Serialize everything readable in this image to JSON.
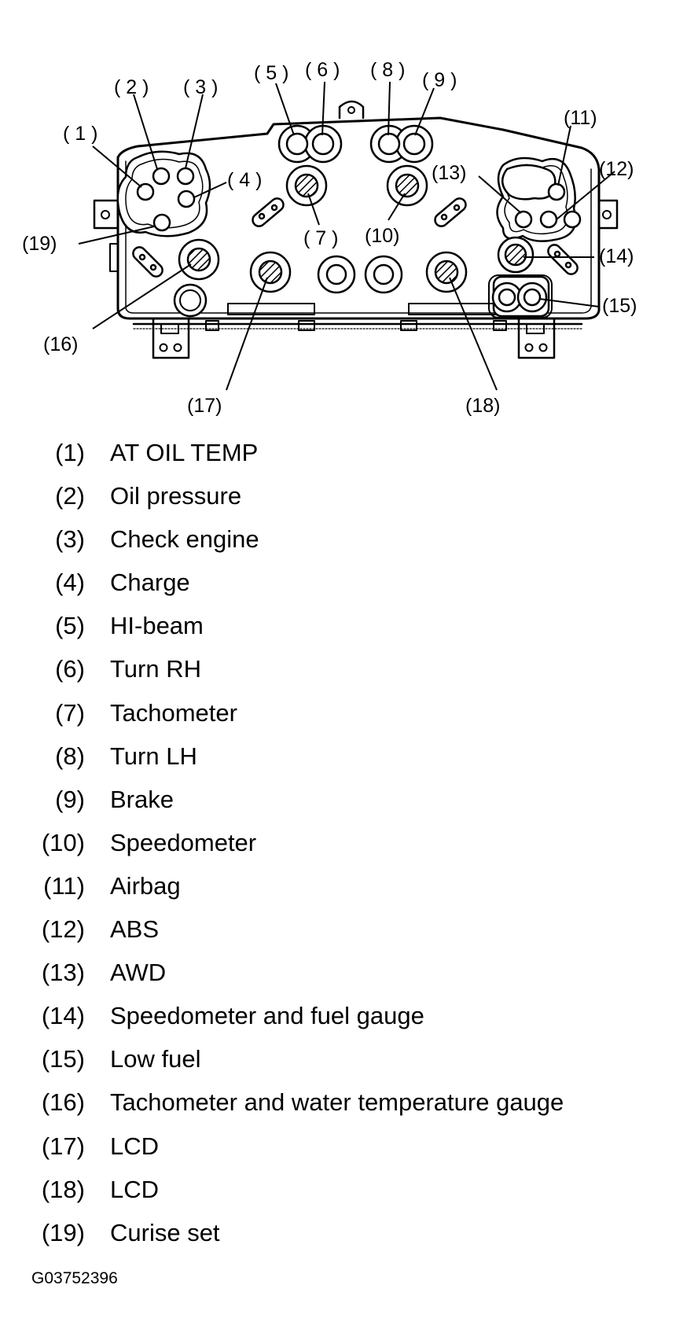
{
  "diagram": {
    "callouts": [
      {
        "id": "1",
        "text": "( 1 )"
      },
      {
        "id": "2",
        "text": "( 2 )"
      },
      {
        "id": "3",
        "text": "( 3 )"
      },
      {
        "id": "4",
        "text": "( 4 )"
      },
      {
        "id": "5",
        "text": "( 5 )"
      },
      {
        "id": "6",
        "text": "( 6 )"
      },
      {
        "id": "7",
        "text": "( 7 )"
      },
      {
        "id": "8",
        "text": "( 8 )"
      },
      {
        "id": "9",
        "text": "( 9 )"
      },
      {
        "id": "10",
        "text": "(10)"
      },
      {
        "id": "11",
        "text": "(11)"
      },
      {
        "id": "12",
        "text": "(12)"
      },
      {
        "id": "13",
        "text": "(13)"
      },
      {
        "id": "14",
        "text": "(14)"
      },
      {
        "id": "15",
        "text": "(15)"
      },
      {
        "id": "16",
        "text": "(16)"
      },
      {
        "id": "17",
        "text": "(17)"
      },
      {
        "id": "18",
        "text": "(18)"
      },
      {
        "id": "19",
        "text": "(19)"
      }
    ]
  },
  "legend": [
    {
      "num": "(1)",
      "label": "AT OIL TEMP"
    },
    {
      "num": "(2)",
      "label": "Oil pressure"
    },
    {
      "num": "(3)",
      "label": "Check engine"
    },
    {
      "num": "(4)",
      "label": "Charge"
    },
    {
      "num": "(5)",
      "label": "HI-beam"
    },
    {
      "num": "(6)",
      "label": "Turn RH"
    },
    {
      "num": "(7)",
      "label": "Tachometer"
    },
    {
      "num": "(8)",
      "label": "Turn LH"
    },
    {
      "num": "(9)",
      "label": "Brake"
    },
    {
      "num": "(10)",
      "label": "Speedometer"
    },
    {
      "num": "(11)",
      "label": "Airbag"
    },
    {
      "num": "(12)",
      "label": "ABS"
    },
    {
      "num": "(13)",
      "label": "AWD"
    },
    {
      "num": "(14)",
      "label": "Speedometer and fuel gauge"
    },
    {
      "num": "(15)",
      "label": "Low fuel"
    },
    {
      "num": "(16)",
      "label": "Tachometer and water temperature gauge"
    },
    {
      "num": "(17)",
      "label": "LCD"
    },
    {
      "num": "(18)",
      "label": "LCD"
    },
    {
      "num": "(19)",
      "label": "Curise set"
    }
  ],
  "figure_code": "G03752396",
  "colors": {
    "ink": "#000000",
    "background": "#ffffff"
  }
}
